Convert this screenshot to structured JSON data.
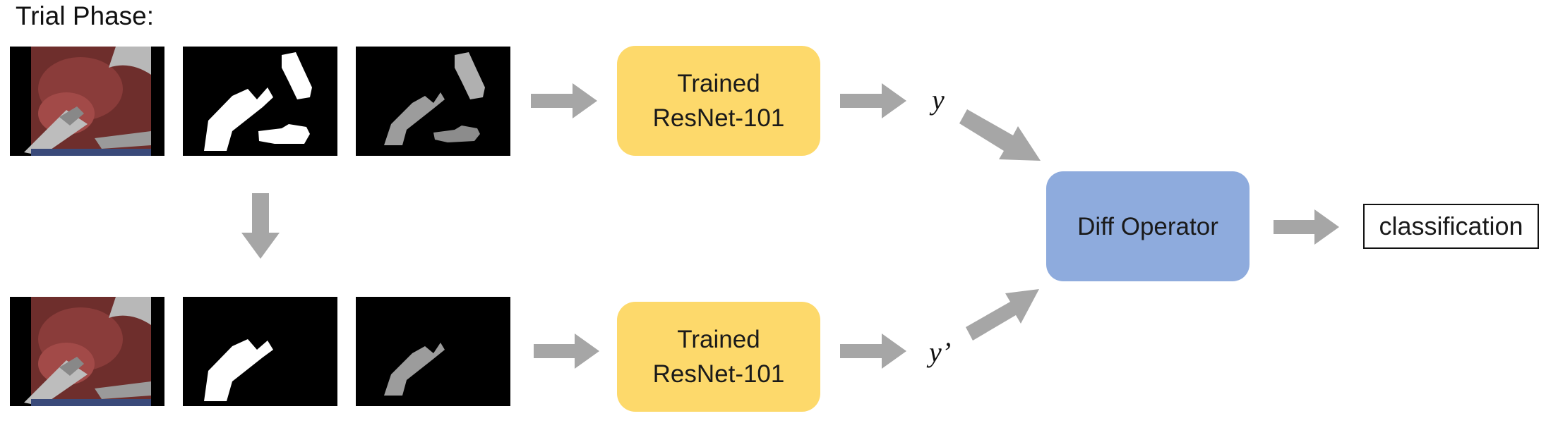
{
  "phase_label": "Trial Phase:",
  "model_top": "Trained\nResNet-101",
  "model_bottom": "Trained\nResNet-101",
  "output_top": "y",
  "output_bottom": "y’",
  "operator_label": "Diff Operator",
  "result_label": "classification",
  "colors": {
    "model_box": "#fdd96b",
    "operator_box": "#8eabdd",
    "arrow": "#a6a6a6"
  }
}
